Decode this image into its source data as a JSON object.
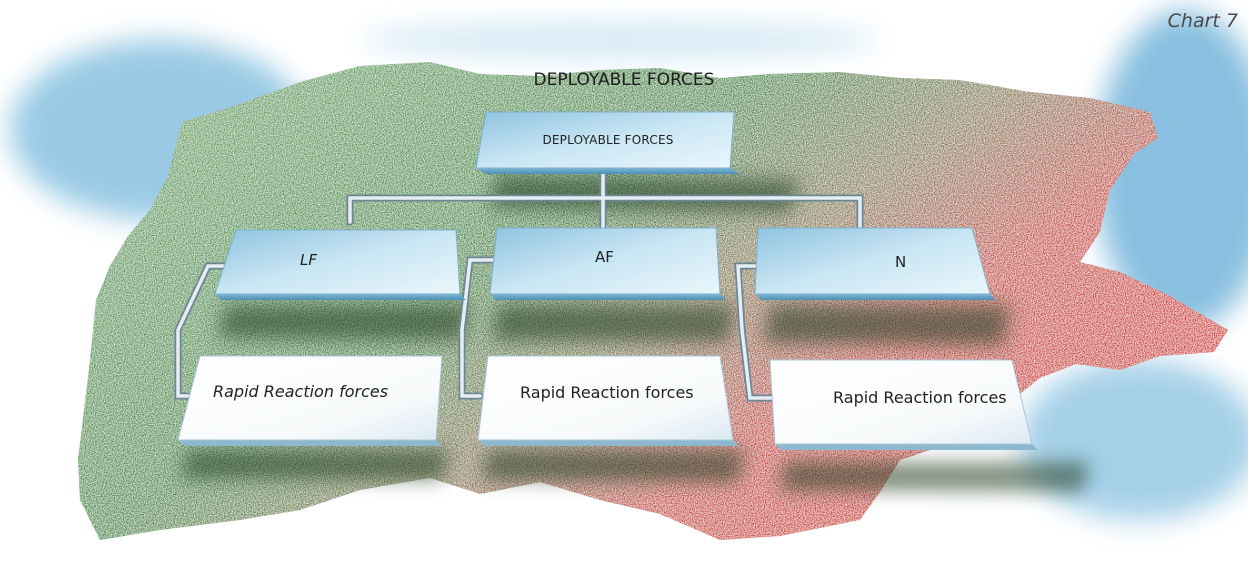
{
  "chart_label": "Chart 7",
  "title": "DEPLOYABLE FORCES",
  "root": {
    "label": "DEPLOYABLE FORCES"
  },
  "branches": [
    {
      "label": "LF",
      "child": {
        "label": "Rapid Reaction forces"
      }
    },
    {
      "label": "AF",
      "child": {
        "label": "Rapid Reaction forces"
      }
    },
    {
      "label": "N",
      "child": {
        "label": "Rapid Reaction forces"
      }
    }
  ],
  "colors": {
    "map_green": "#3c8a3c",
    "map_red": "#c8322d",
    "water_blue": "#86c0df",
    "box_blue": "#a9d3ea",
    "connector": "#d8e4ea"
  }
}
